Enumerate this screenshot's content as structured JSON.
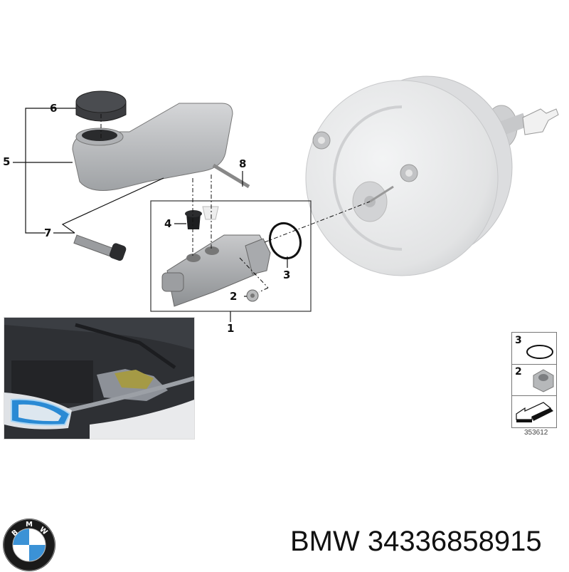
{
  "diagram": {
    "title": "Brake master cylinder / brake booster exploded view",
    "callouts": [
      {
        "id": "1",
        "label": "1",
        "part": "Brake master cylinder assembly"
      },
      {
        "id": "2",
        "label": "2",
        "part": "Hex nut"
      },
      {
        "id": "3",
        "label": "3",
        "part": "O-ring"
      },
      {
        "id": "4",
        "label": "4",
        "part": "Grommet"
      },
      {
        "id": "5",
        "label": "5",
        "part": "Expansion tank"
      },
      {
        "id": "6",
        "label": "6",
        "part": "Reservoir cap"
      },
      {
        "id": "7",
        "label": "7",
        "part": "Fluid level sensor"
      },
      {
        "id": "8",
        "label": "8",
        "part": "Pin"
      }
    ],
    "main_part": "Brake booster",
    "legend": {
      "items": [
        {
          "label": "3",
          "icon": "o-ring-icon"
        },
        {
          "label": "2",
          "icon": "hex-nut-icon"
        },
        {
          "label": "",
          "icon": "arrow-pointer-icon"
        }
      ],
      "diagram_number": "353612"
    },
    "inset_photo": {
      "description": "Engine compartment location photo"
    }
  },
  "footer": {
    "brand_logo": "bmw-logo",
    "logo_letters": [
      "B",
      "M",
      "W"
    ],
    "text": "BMW 34336858915"
  },
  "colors": {
    "bmw_blue": "#2a8ad4",
    "line": "#111111",
    "part_gray": "#b9bbbd",
    "booster": "#e8e9ea"
  }
}
